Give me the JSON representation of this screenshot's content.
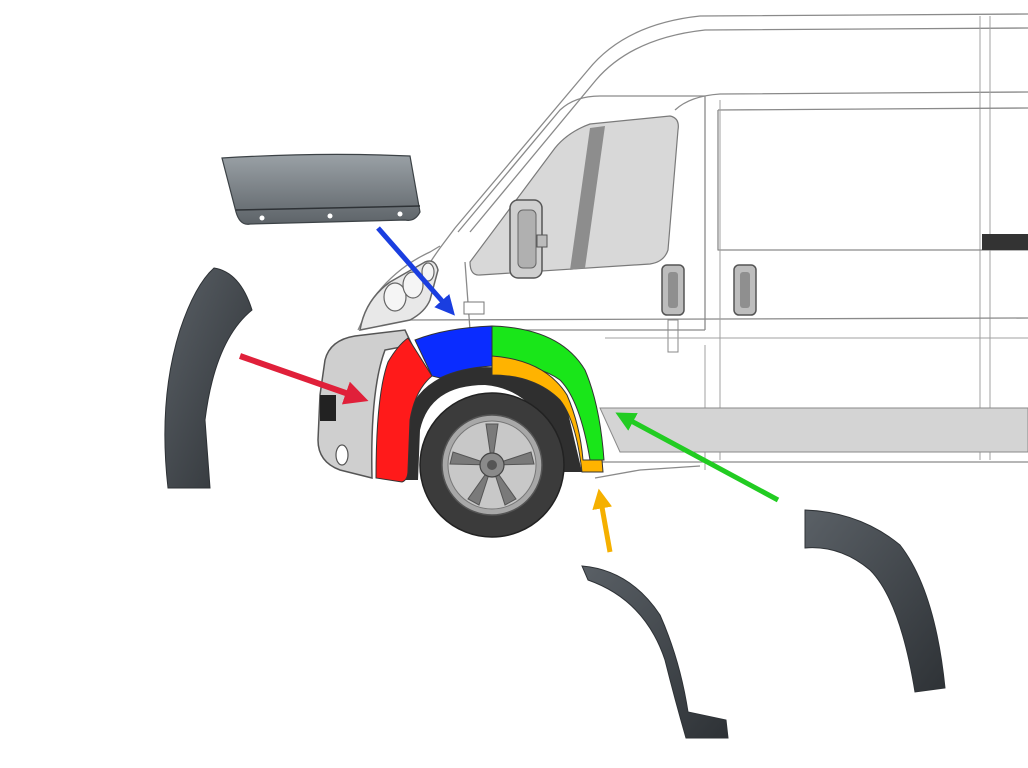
{
  "colors": {
    "background": "#ffffff",
    "van_outline": "#8a8a8a",
    "side_stripe": "#d4d4d4",
    "glass": "#d8d8d8",
    "plastic_part": "#3a3f44",
    "plastic_highlight": "#5a6066",
    "tire": "#3b3b3b",
    "rim": "#c8c8c8",
    "highlight_red": "#ff1a1a",
    "highlight_blue": "#0a2cff",
    "highlight_green": "#19e619",
    "highlight_orange": "#ffb300",
    "arrow_red": "#e0203a",
    "arrow_blue": "#1a3ee0",
    "arrow_green": "#22cc22",
    "arrow_orange": "#f5b000"
  },
  "parts": [
    {
      "id": "front-bumper-corner",
      "highlight": "highlight_red",
      "arrow": "arrow_red"
    },
    {
      "id": "front-wheel-arch-top",
      "highlight": "highlight_blue",
      "arrow": "arrow_blue"
    },
    {
      "id": "front-wheel-arch-rear-outer",
      "highlight": "highlight_green",
      "arrow": "arrow_green"
    },
    {
      "id": "front-wheel-arch-rear-inner",
      "highlight": "highlight_orange",
      "arrow": "arrow_orange"
    }
  ]
}
